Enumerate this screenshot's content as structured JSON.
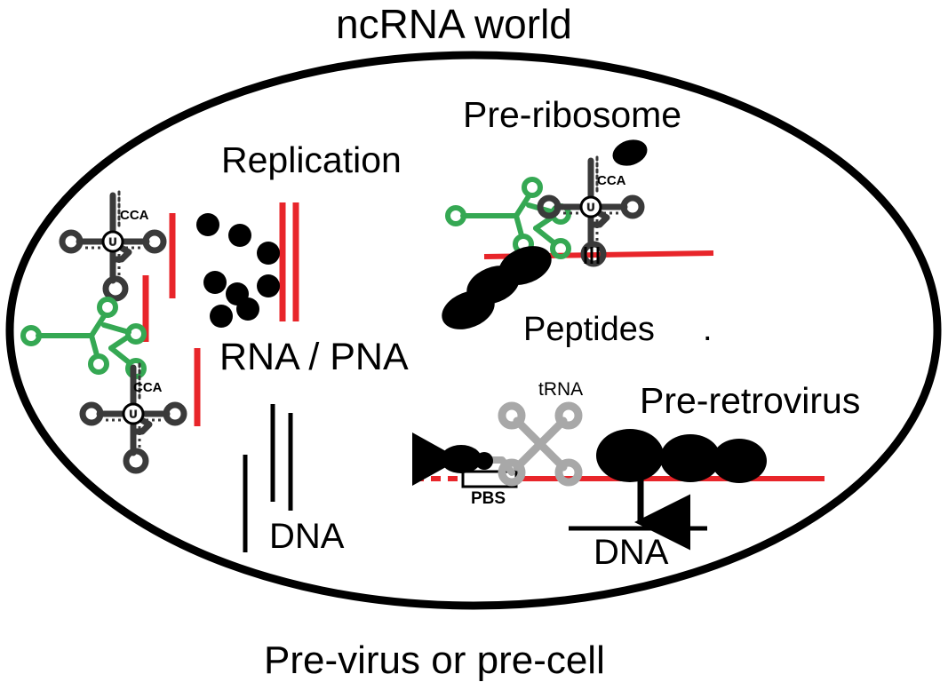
{
  "figure": {
    "type": "schematic-diagram",
    "title": "ncRNA world",
    "caption": "Pre-virus or pre-cell",
    "colors": {
      "rna_red": "#e8252a",
      "pna_green": "#35a853",
      "trna_dark": "#3a3a3a",
      "trna_gray": "#a8a8a8",
      "outline_black": "#000000",
      "background": "#ffffff"
    }
  },
  "labels": {
    "replication": "Replication",
    "pre_ribosome": "Pre-ribosome",
    "rna_pna": "RNA / PNA",
    "peptides": "Peptides",
    "peptides_trailing_dot": ".",
    "pre_retrovirus": "Pre-retrovirus",
    "dna_left": "DNA",
    "dna_right": "DNA",
    "pbs": "PBS",
    "trna": "tRNA",
    "cca": "CCA",
    "anticodon_u": "U"
  },
  "modules": [
    {
      "name": "replication",
      "label": "Replication",
      "description": "Red RNA/PNA strands with scattered black nucleotide/monomer dots",
      "red_strand_count": 6,
      "dot_count": 8
    },
    {
      "name": "pre-ribosome",
      "label": "Pre-ribosome",
      "description": "Green PNA tRNA and dark RNA tRNA with CCA end pairing to a red mRNA template, producing a growing peptide chain",
      "trna_green_count": 1,
      "trna_dark_count": 1,
      "peptide_bead_count": 3,
      "free_bead_count": 1
    },
    {
      "name": "pre-retrovirus",
      "label": "Pre-retrovirus",
      "description": "Gray tRNA primer bound at the PBS on a red genomic RNA; reverse transcriptase synthesizes DNA leftward; ribosome-like beads translate and an arrow marks reverse transcription to DNA",
      "trna_primer_count": 1,
      "bead_count": 3,
      "pbs_label": "PBS",
      "product": "DNA"
    },
    {
      "name": "dna-left",
      "label": "DNA",
      "description": "Three black DNA strands",
      "strand_count": 3
    }
  ],
  "trna_left_column": [
    {
      "kind": "rna",
      "cca": "CCA",
      "center": "U"
    },
    {
      "kind": "pna",
      "cca": "",
      "center": ""
    },
    {
      "kind": "rna",
      "cca": "CCA",
      "center": "U"
    }
  ],
  "chart_data": {
    "type": "diagram",
    "title": "ncRNA world",
    "annotations": [
      "ncRNA world",
      "Replication",
      "Pre-ribosome",
      "RNA / PNA",
      "Peptides",
      "Pre-retrovirus",
      "DNA",
      "PBS",
      "tRNA",
      "CCA",
      "Pre-virus or pre-cell"
    ]
  }
}
